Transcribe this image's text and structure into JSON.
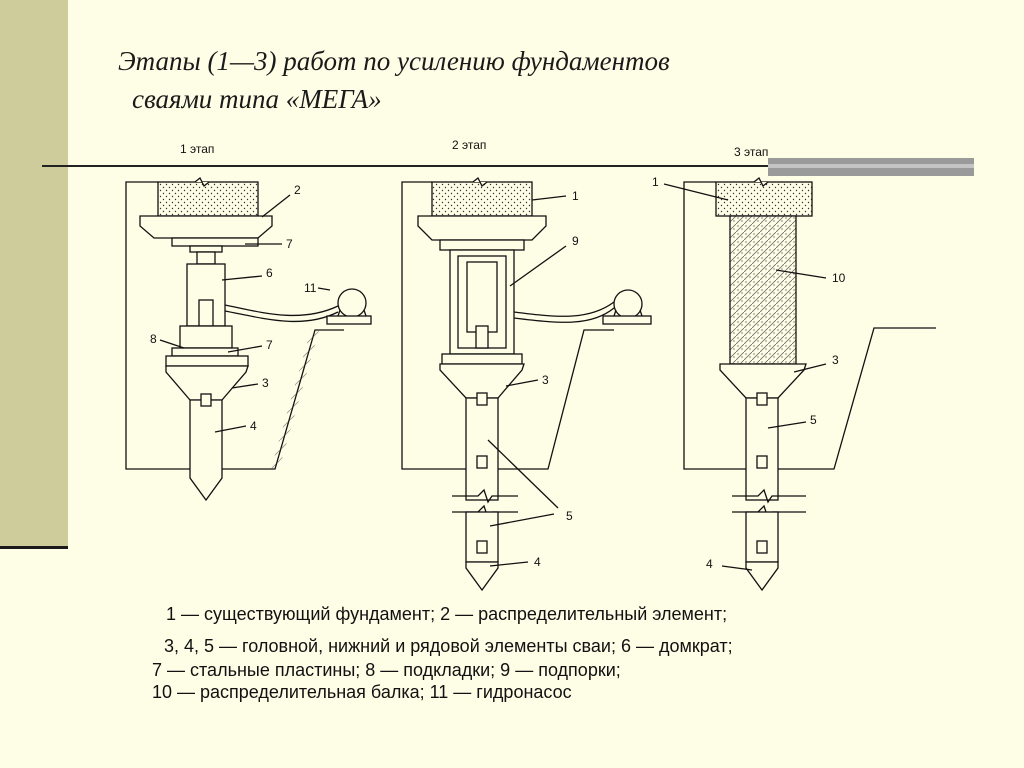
{
  "title": {
    "line1": "Этапы (1—3) работ по усилению фундаментов",
    "line2": "сваями типа «МЕГА»"
  },
  "stages": [
    "1 этап",
    "2 этап",
    "3 этап"
  ],
  "callouts": {
    "stage1": [
      "2",
      "7",
      "6",
      "11",
      "8",
      "7",
      "3",
      "4"
    ],
    "stage2": [
      "1",
      "9",
      "3",
      "5",
      "4"
    ],
    "stage3": [
      "1",
      "10",
      "3",
      "5",
      "4"
    ]
  },
  "legend": [
    "1 — существующий фундамент; 2 — распределительный элемент;",
    "3, 4, 5 — головной, нижний и рядовой элементы сваи; 6 — домкрат;",
    "7 — стальные пластины; 8 — подкладки; 9 — подпорки;",
    "10 — распределительная балка; 11 — гидронасос"
  ],
  "colors": {
    "background": "#fefde6",
    "sidebar": "#cdcc9a",
    "ink": "#111111",
    "accent_bar": "#9a9a9a"
  }
}
